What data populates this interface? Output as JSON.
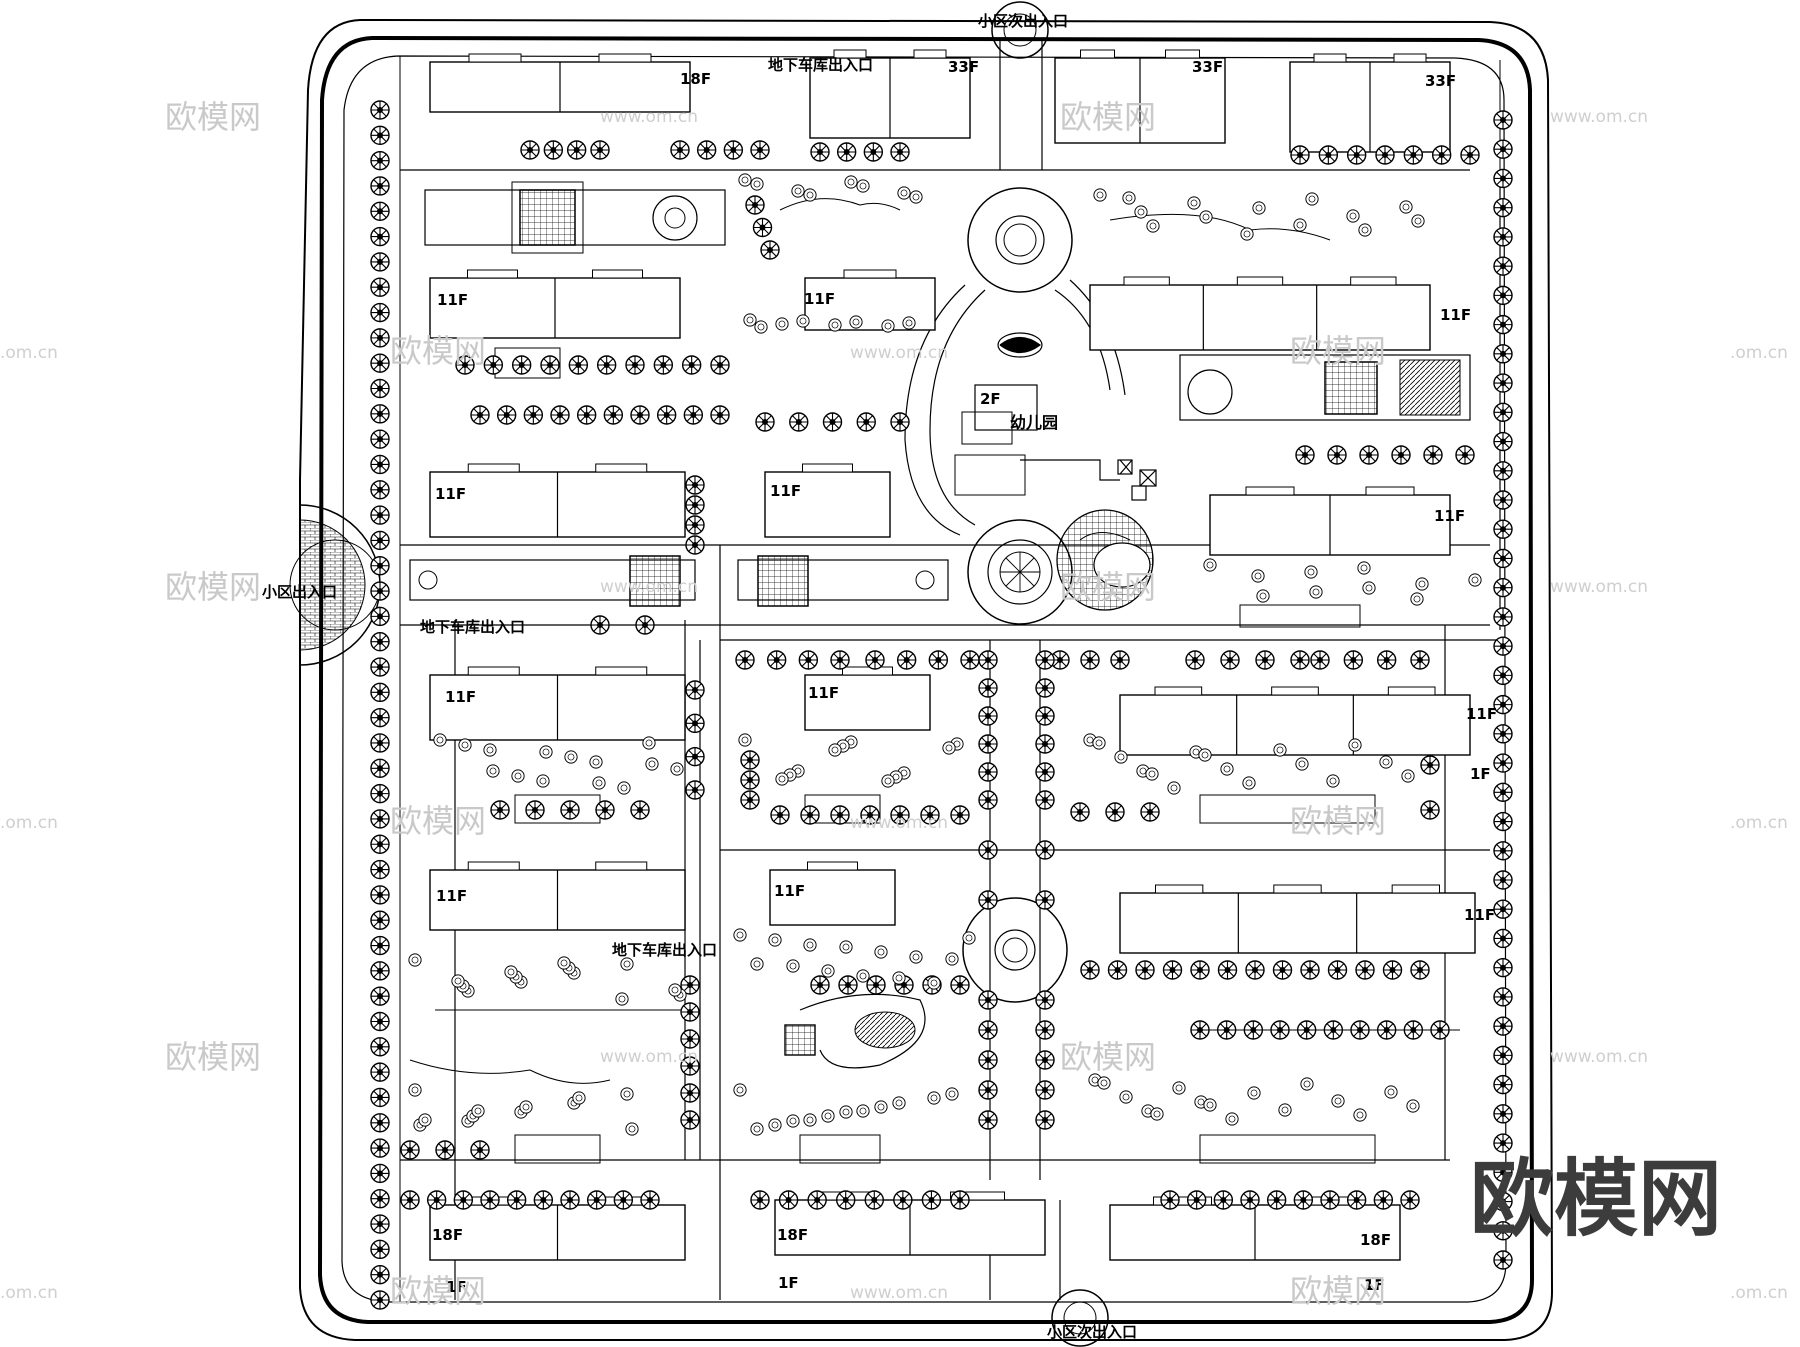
{
  "labels": {
    "secondary_entrance": "小区次出入口",
    "main_entrance": "小区出入口",
    "garage_entrance": "地下车库出入口",
    "kindergarten": "幼儿园",
    "floors_18": "18F",
    "floors_33": "33F",
    "floors_11": "11F",
    "floors_2": "2F",
    "floors_1": "1F"
  },
  "watermark": {
    "brand": "欧模网",
    "url": "www.om.cn",
    "url_short": ".om.cn"
  }
}
